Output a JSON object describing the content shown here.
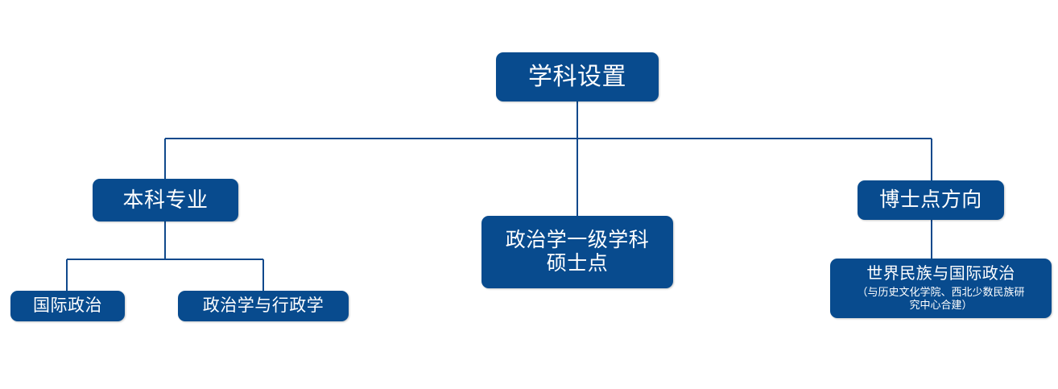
{
  "diagram": {
    "title": "学科设置",
    "type": "organizational-tree",
    "orientation": "top-down",
    "colors": {
      "node_fill": "#084b8e",
      "node_text": "#ffffff",
      "connector": "#10498c",
      "background": "#ffffff"
    },
    "nodes": {
      "root": {
        "label": "学科设置",
        "level": 0
      },
      "undergraduate": {
        "label": "本科专业",
        "level": 1
      },
      "master": {
        "label": "政治学一级学科\n硕士点",
        "level": 1
      },
      "doctoral": {
        "label": "博士点方向",
        "level": 1
      },
      "international_politics": {
        "label": "国际政治",
        "level": 2
      },
      "politics_administration": {
        "label": "政治学与行政学",
        "level": 2
      },
      "world_ethnic": {
        "label": "世界民族与国际政治",
        "sub_label": "（与历史文化学院、西北少数民族研\n究中心合建）",
        "level": 2
      }
    },
    "edges": [
      {
        "from": "root",
        "to": "undergraduate"
      },
      {
        "from": "root",
        "to": "master"
      },
      {
        "from": "root",
        "to": "doctoral"
      },
      {
        "from": "undergraduate",
        "to": "international_politics"
      },
      {
        "from": "undergraduate",
        "to": "politics_administration"
      },
      {
        "from": "doctoral",
        "to": "world_ethnic"
      }
    ]
  }
}
